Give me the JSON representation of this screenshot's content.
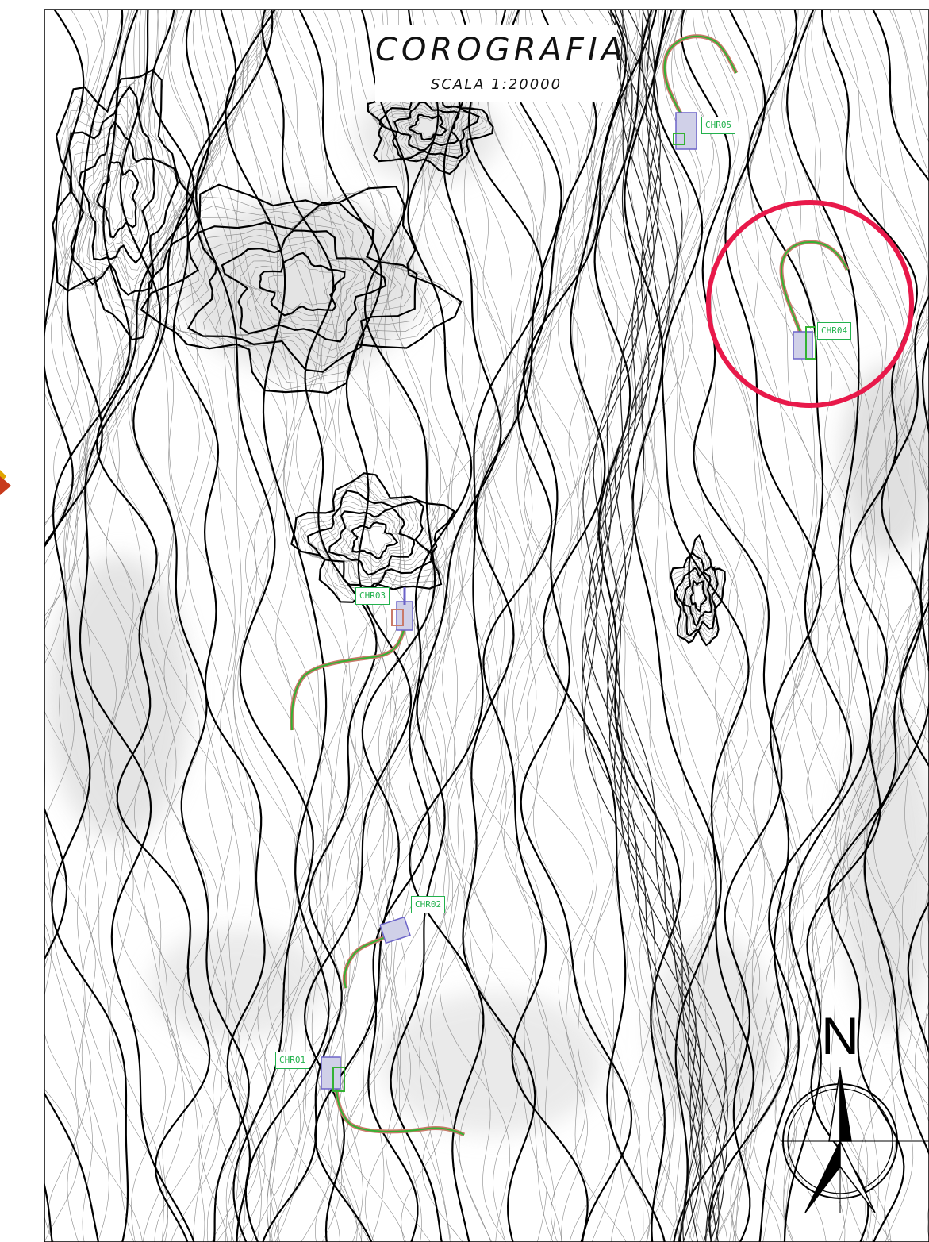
{
  "map": {
    "title": "COROGRAFIA",
    "scale": "SCALA  1:20000",
    "north_label": "N",
    "highlight_color": "#e8194a",
    "route_colors": {
      "alignment": "#34b233",
      "embankment": "#c97a6a",
      "structure": "#6b63c8"
    },
    "sites": [
      {
        "id": "chr01",
        "label": "CHR01"
      },
      {
        "id": "chr02",
        "label": "CHR02"
      },
      {
        "id": "chr03",
        "label": "CHR03"
      },
      {
        "id": "chr04",
        "label": "CHR04"
      },
      {
        "id": "chr05",
        "label": "CHR05"
      }
    ],
    "highlighted_site": "CHR04",
    "icons": [
      "north-arrow-icon",
      "compass-rose-icon"
    ]
  }
}
